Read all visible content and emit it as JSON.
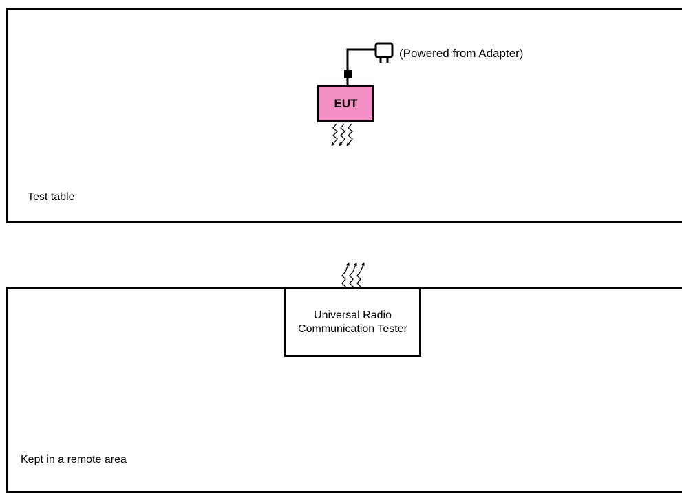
{
  "colors": {
    "eut_fill": "#f48fc6",
    "line": "#000000",
    "background": "#ffffff"
  },
  "test_table": {
    "label": "Test table",
    "eut_label": "EUT",
    "adapter_label": "(Powered from Adapter)",
    "eut_signal_icon": "wireless-signal-down-icon",
    "plug_icon": "power-plug-icon"
  },
  "remote_area": {
    "label": "Kept in a remote area",
    "tester_label": "Universal Radio Communication Tester",
    "tester_signal_icon": "wireless-signal-up-icon"
  }
}
